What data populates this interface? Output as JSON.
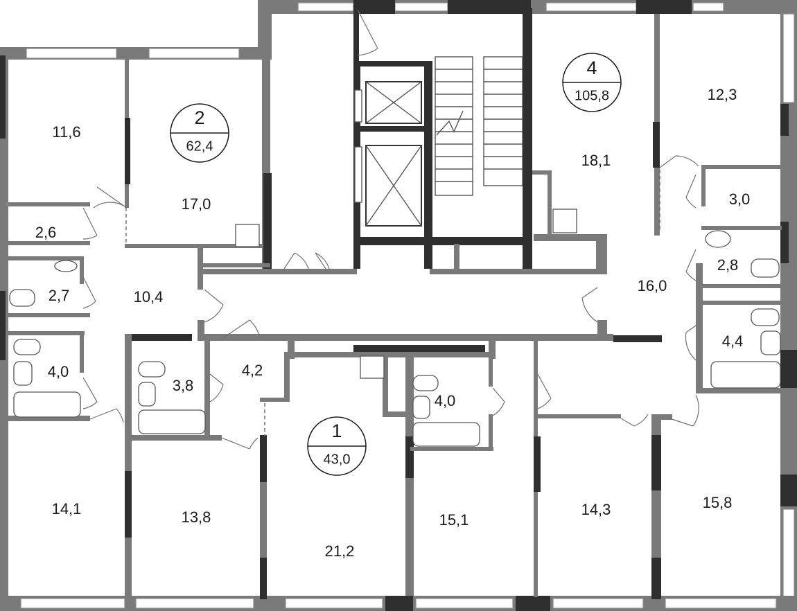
{
  "apartments": [
    {
      "number": "2",
      "area": "62,4"
    },
    {
      "number": "4",
      "area": "105,8"
    },
    {
      "number": "1",
      "area": "43,0"
    }
  ],
  "rooms": [
    {
      "label": "11,6"
    },
    {
      "label": "17,0"
    },
    {
      "label": "2,6"
    },
    {
      "label": "2,7"
    },
    {
      "label": "10,4"
    },
    {
      "label": "4,0"
    },
    {
      "label": "3,8"
    },
    {
      "label": "4,2"
    },
    {
      "label": "14,1"
    },
    {
      "label": "13,8"
    },
    {
      "label": "21,2"
    },
    {
      "label": "4,0"
    },
    {
      "label": "15,1"
    },
    {
      "label": "14,3"
    },
    {
      "label": "15,8"
    },
    {
      "label": "4,4"
    },
    {
      "label": "16,0"
    },
    {
      "label": "2,8"
    },
    {
      "label": "3,0"
    },
    {
      "label": "12,3"
    },
    {
      "label": "18,1"
    }
  ],
  "colors": {
    "wall": "#7a7a7a",
    "wall_dark": "#2f2f2f",
    "background": "#ffffff"
  }
}
